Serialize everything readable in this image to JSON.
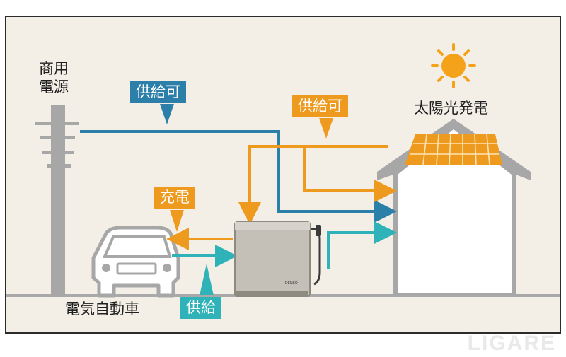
{
  "labels": {
    "commercial_power_line1": "商用",
    "commercial_power_line2": "電源",
    "solar_power": "太陽光発電",
    "electric_vehicle": "電気自動車"
  },
  "tags": {
    "grid_supply": "供給可",
    "solar_supply": "供給可",
    "charge": "充電",
    "vehicle_supply": "供給"
  },
  "device": {
    "brand": "DENSO"
  },
  "watermark": "LIGARE",
  "colors": {
    "grid_line": "#2c7fa8",
    "solar_line": "#ee9a1f",
    "vehicle_line": "#2fb3b8",
    "background": "#f4efe6",
    "sun": "#f4a21a"
  }
}
